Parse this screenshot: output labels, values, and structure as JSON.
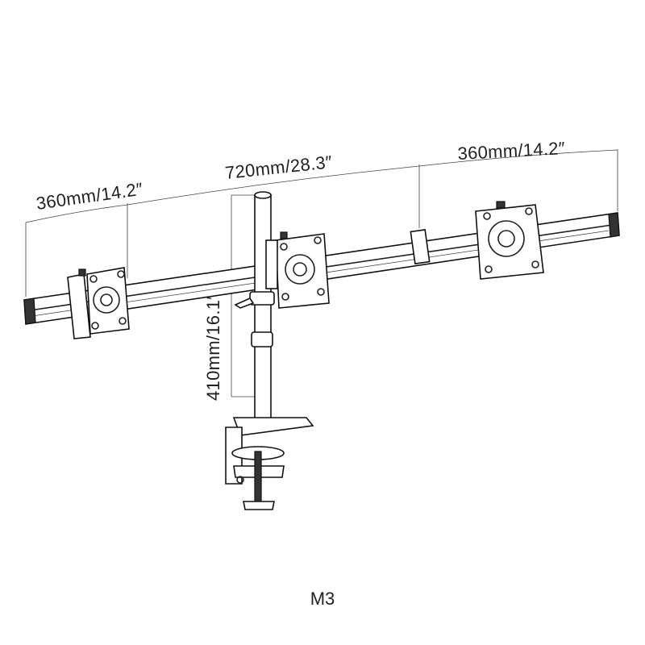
{
  "dimensions": {
    "left_arm": "360mm/14.2″",
    "center_span": "720mm/28.3″",
    "right_arm": "360mm/14.2″",
    "pole_height": "410mm/16.1″"
  },
  "model": "M3"
}
